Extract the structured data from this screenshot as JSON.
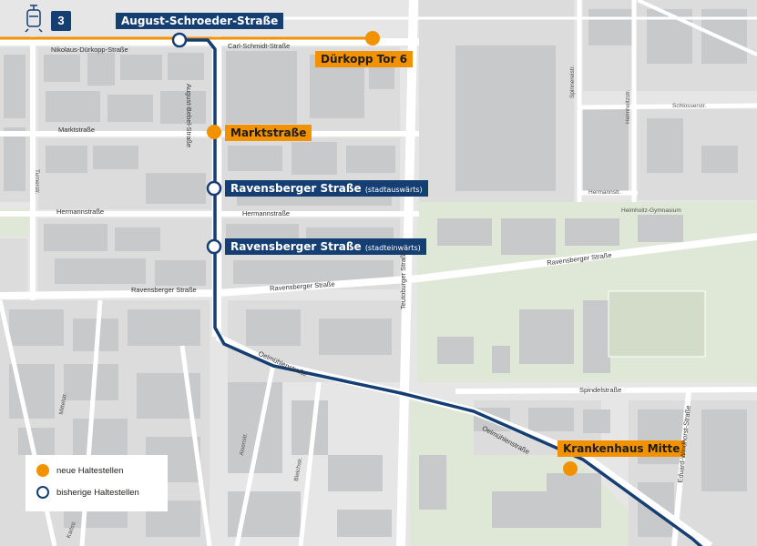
{
  "map": {
    "line_number": "3",
    "colors": {
      "tram_line": "#153e73",
      "new_line": "#f39200",
      "new_stop": "#f39200",
      "existing_stop_fill": "#ffffff",
      "existing_stop_ring": "#153e73",
      "label_new_bg": "#f39200",
      "label_old_bg": "#153e73",
      "building": "#cfd0d2",
      "street": "#ffffff",
      "green": "#dfe8d6"
    },
    "icons": {
      "tram": "tram-icon"
    }
  },
  "stops": {
    "august_schroeder": {
      "name": "August-Schroeder-Straße",
      "type": "existing"
    },
    "duerkopp": {
      "name": "Dürkopp Tor 6",
      "type": "new"
    },
    "marktstrasse": {
      "name": "Marktstraße",
      "type": "new"
    },
    "ravensberger_out": {
      "name": "Ravensberger Straße",
      "suffix": "(stadtauswärts)",
      "type": "existing"
    },
    "ravensberger_in": {
      "name": "Ravensberger Straße",
      "suffix": "(stadteinwärts)",
      "type": "existing"
    },
    "krankenhaus": {
      "name": "Krankenhaus Mitte",
      "type": "new"
    }
  },
  "streets": {
    "nikolaus": "Nikolaus-Dürkopp-Straße",
    "carl_schmidt": "Carl-Schmidt-Straße",
    "august_bebel": "August-Bebel-Straße",
    "marktstrasse": "Marktstraße",
    "turnerstr": "Turnerstr.",
    "hermann_left": "Hermannstraße",
    "hermann_mid": "Hermannstraße",
    "hermann_right": "Hermannstr.",
    "ravensberger_left": "Ravensberger Straße",
    "ravensberger_mid": "Ravensberger Straße",
    "ravensberger_right": "Ravensberger Straße",
    "teutoburger": "Teutoburger Straße",
    "oelmuehlen1": "Oelmühlenstraße",
    "oelmuehlen2": "Oelmühlenstraße",
    "spindel": "Spindelstraße",
    "eduard": "Eduard-Windhorst-Straße",
    "spinnerei": "Spinnereistr.",
    "helmholtz": "Helmholtzstr.",
    "schlosser": "Schlosserstr.",
    "gymnasium": "Helmholtz-Gymnasium",
    "mittelstr": "Mittelstr.",
    "alsenstr": "Alsenstr.",
    "bleichstr": "Bleichstr.",
    "karlstr": "Karlstr."
  },
  "legend": {
    "new_label": "neue Haltestellen",
    "existing_label": "bisherige Haltestellen"
  }
}
